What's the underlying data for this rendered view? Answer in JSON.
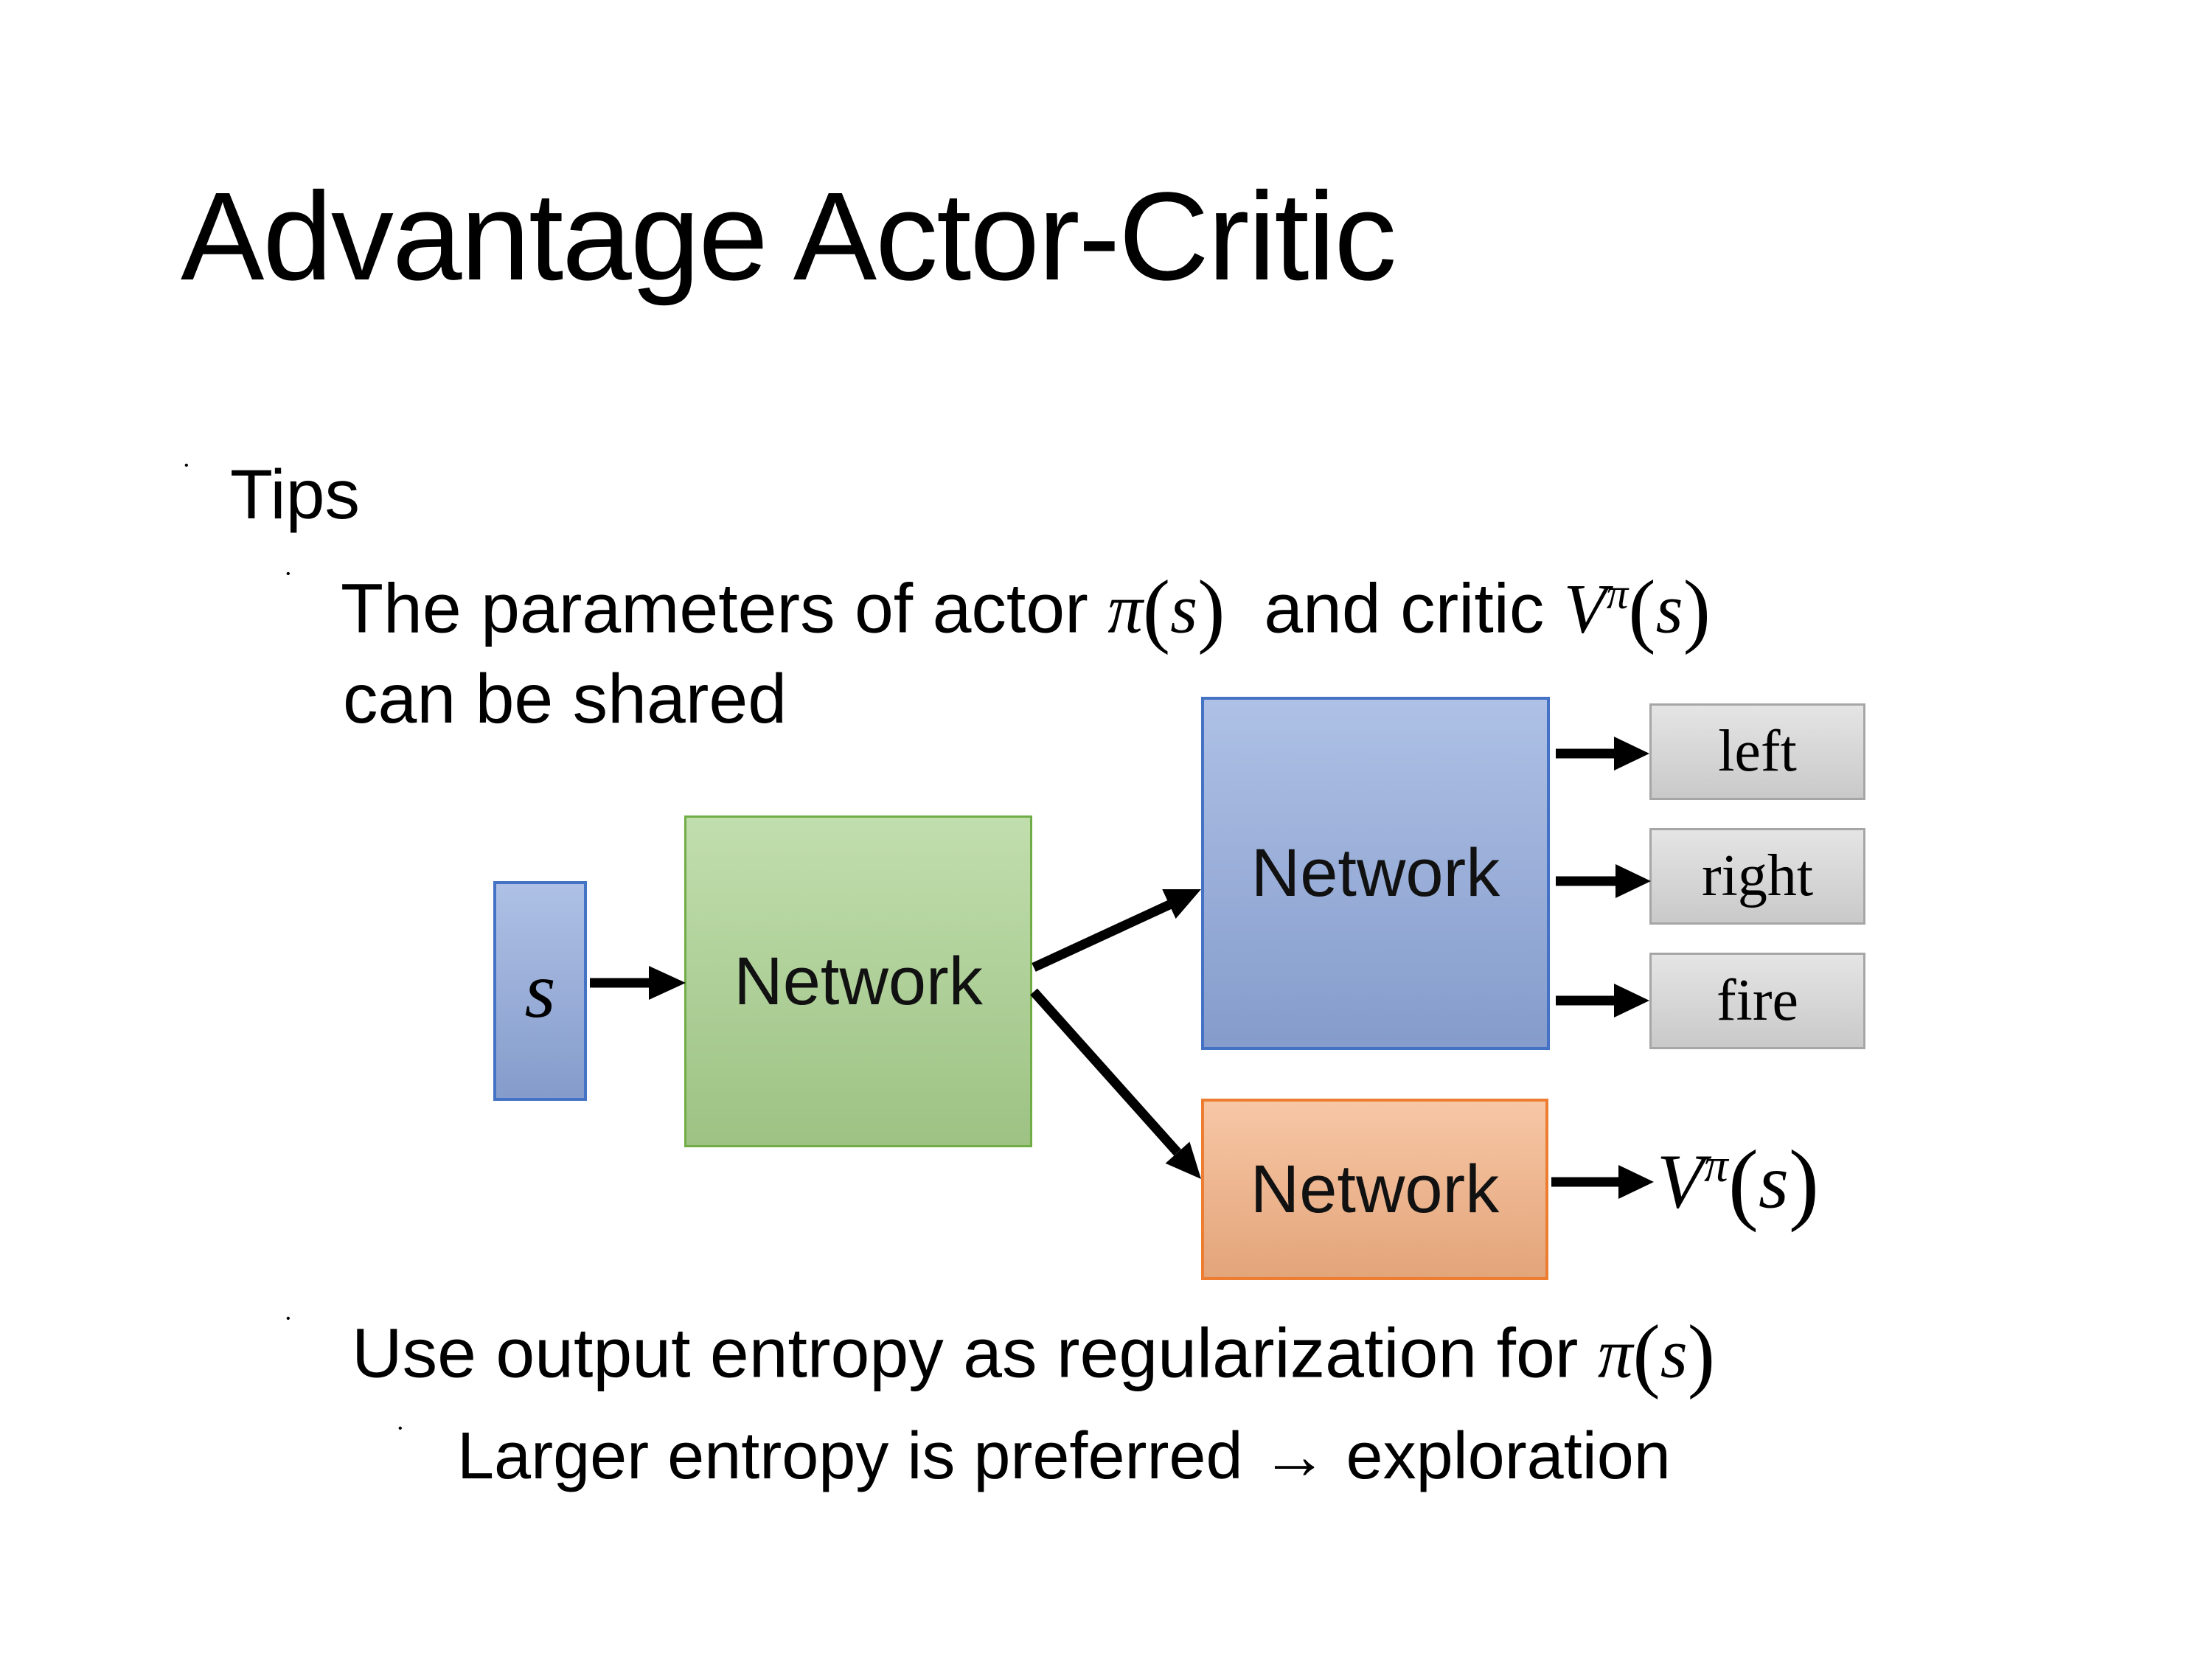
{
  "slide": {
    "title": "Advantage Actor-Critic",
    "bullet_char": "•"
  },
  "bullets": {
    "tips": "Tips",
    "param_line": {
      "pre": "The parameters of actor ",
      "pi": "π",
      "open": "(",
      "s": "s",
      "close": ")",
      "mid": "  and critic ",
      "V": "V",
      "V_sup": "π",
      "open2": "(",
      "s2": "s",
      "close2": ")"
    },
    "param_line2": "can be shared",
    "entropy_line": {
      "pre": "Use output entropy as regularization for ",
      "pi": "π",
      "open": "(",
      "s": "s",
      "close": ")"
    },
    "exploration_line": "Larger entropy is preferred → exploration"
  },
  "diagram": {
    "input_label": "s",
    "shared_network_label": "Network",
    "actor_network_label": "Network",
    "critic_network_label": "Network",
    "actions": [
      "left",
      "right",
      "fire"
    ],
    "value_output": {
      "V": "V",
      "sup": "π",
      "open": "(",
      "s": "s",
      "close": ")"
    }
  },
  "theme": {
    "box_blue_fill": "#8FA8DB",
    "box_blue_border": "#4472C4",
    "box_green_fill": "#A9D18E",
    "box_green_border": "#70AD47",
    "box_orange_fill": "#F4B183",
    "box_orange_border": "#ED7D31",
    "box_gray_fill": "#D6D6D6",
    "box_gray_border": "#A6A6A6",
    "arrow_color": "#000000",
    "text_color": "#000000",
    "background": "#FFFFFF"
  }
}
